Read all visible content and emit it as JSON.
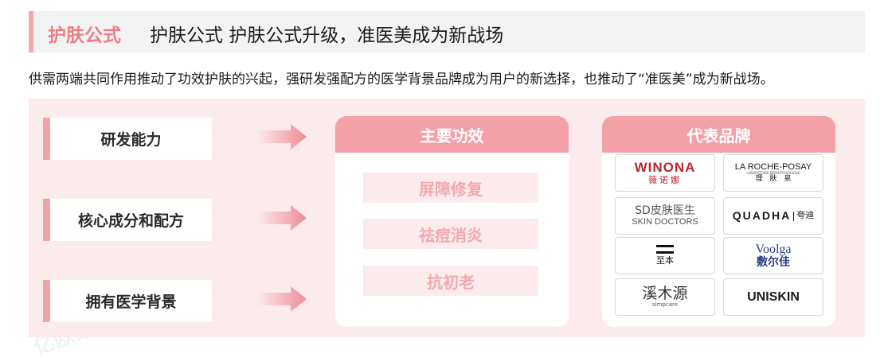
{
  "title": {
    "tag": "护肤公式",
    "text": "护肤公式 护肤公式升级，准医美成为新战场"
  },
  "subtitle": "供需两端共同作用推动了功效护肤的兴起，强研发强配方的医学背景品牌成为用户的新选择，也推动了“准医美”成为新战场。",
  "factors": [
    "研发能力",
    "核心成分和配方",
    "拥有医学背景"
  ],
  "effects_card": {
    "header": "主要功效",
    "items": [
      "屏障修复",
      "祛痘消炎",
      "抗初老"
    ]
  },
  "brands_card": {
    "header": "代表品牌",
    "brands": {
      "winona": {
        "main": "WINONA",
        "sub": "薇诺娜"
      },
      "laroche": {
        "main": "LA ROCHE-POSAY",
        "small": "LABORATOIRE DERMATOLOGIQUE",
        "sub": "理　肤　泉"
      },
      "skindoctors": {
        "main": "SD皮肤医生",
        "sub": "SKIN DOCTORS"
      },
      "quadha": {
        "main": "QUADHA",
        "sub": "夸迪"
      },
      "zhiben": {
        "main": "至本"
      },
      "voolga": {
        "main": "Voolga",
        "sub": "敷尔佳"
      },
      "ximuyuan": {
        "main": "溪木源",
        "small": "simpcare"
      },
      "uniskin": {
        "main": "UNISKIN"
      }
    }
  },
  "watermark": "亿欧数科",
  "colors": {
    "accent": "#f3a0a7",
    "panel_bg": "#fcebec",
    "title_tag": "#ec7d86",
    "effect_text": "#f2a9ae"
  }
}
